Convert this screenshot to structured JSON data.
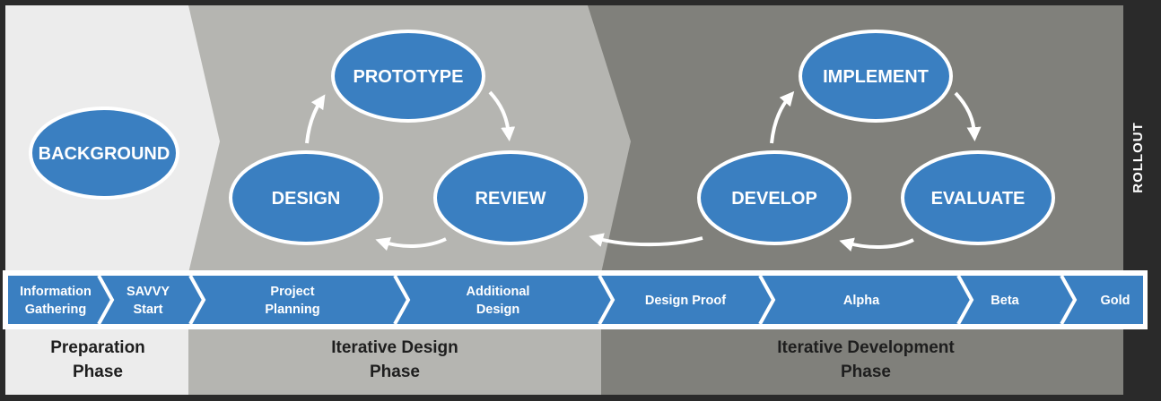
{
  "ovals": {
    "background": "BACKGROUND",
    "prototype": "PROTOTYPE",
    "design": "DESIGN",
    "review": "REVIEW",
    "implement": "IMPLEMENT",
    "develop": "DEVELOP",
    "evaluate": "EVALUATE"
  },
  "side_label": "ROLLOUT",
  "steps": [
    {
      "line1": "Information",
      "line2": "Gathering"
    },
    {
      "line1": "SAVVY",
      "line2": "Start"
    },
    {
      "line1": "Project",
      "line2": "Planning"
    },
    {
      "line1": "Additional",
      "line2": "Design"
    },
    {
      "line1": "Design Proof",
      "line2": ""
    },
    {
      "line1": "Alpha",
      "line2": ""
    },
    {
      "line1": "Beta",
      "line2": ""
    },
    {
      "line1": "Gold",
      "line2": ""
    }
  ],
  "phases": [
    {
      "line1": "Preparation",
      "line2": "Phase"
    },
    {
      "line1": "Iterative Design",
      "line2": "Phase"
    },
    {
      "line1": "Iterative Development",
      "line2": "Phase"
    }
  ],
  "colors": {
    "oval_fill": "#3a7fc1",
    "outline": "#ffffff",
    "prep_bg": "#ececec",
    "design_bg": "#b5b5b1",
    "dev_bg": "#80807b",
    "frame": "#2a2a2a"
  }
}
